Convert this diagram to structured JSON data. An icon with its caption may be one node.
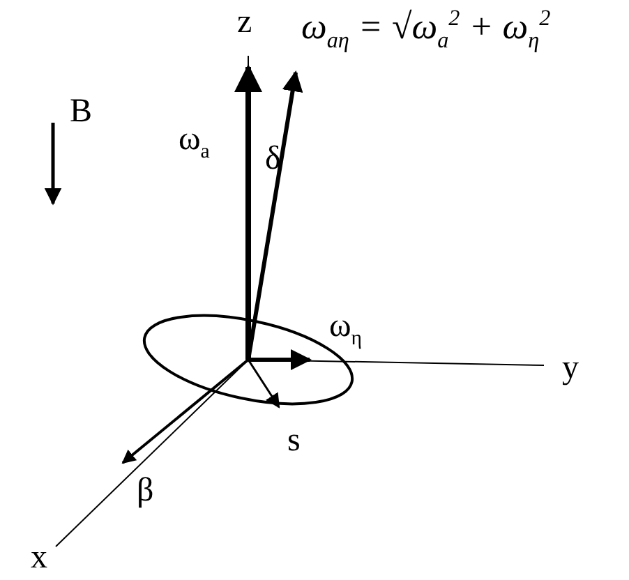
{
  "diagram": {
    "labels": [
      "z",
      "ω$_{aη}$ = √ω$_{a}$$^{2}$ + ω$_{η}$$^{2}$",
      "B",
      "ω$_{a}$",
      "δ",
      "ω$_{η}$",
      "y",
      "s",
      "β",
      "x"
    ]
  }
}
